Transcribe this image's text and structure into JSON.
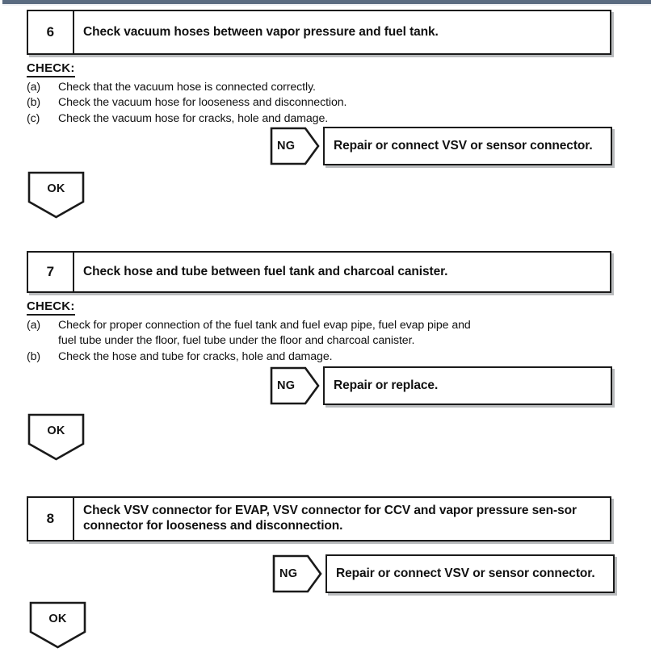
{
  "document": {
    "type": "automotive-diagnostic-flowchart",
    "topic": "EVAP system troubleshooting"
  },
  "check_heading": "CHECK:",
  "ng_label": "NG",
  "ok_label": "OK",
  "steps": [
    {
      "number": "6",
      "title": "Check vacuum hoses between vapor pressure and fuel tank.",
      "check_heading": "CHECK:",
      "check_items": [
        {
          "marker": "(a)",
          "text": "Check that the vacuum hose is connected correctly.",
          "continuation": ""
        },
        {
          "marker": "(b)",
          "text": "Check the vacuum hose for looseness and disconnection.",
          "continuation": ""
        },
        {
          "marker": "(c)",
          "text": "Check the vacuum hose for cracks, hole and damage.",
          "continuation": ""
        }
      ],
      "ng_label": "NG",
      "ng_result": "Repair or connect VSV or sensor connector.",
      "ok_label": "OK"
    },
    {
      "number": "7",
      "title": "Check hose and tube between fuel tank and charcoal canister.",
      "check_heading": "CHECK:",
      "check_items": [
        {
          "marker": "(a)",
          "text": "Check for proper connection of the fuel tank and fuel evap pipe, fuel evap pipe and",
          "continuation": "fuel tube under the floor, fuel tube under the floor and charcoal canister."
        },
        {
          "marker": "(b)",
          "text": "Check the hose and tube for cracks, hole and damage.",
          "continuation": ""
        }
      ],
      "ng_label": "NG",
      "ng_result": "Repair or replace.",
      "ok_label": "OK"
    },
    {
      "number": "8",
      "title": "Check VSV connector for EVAP, VSV connector for CCV and vapor pressure sen-sor connector for looseness and disconnection.",
      "check_heading": "",
      "check_items": [],
      "ng_label": "NG",
      "ng_result": "Repair or connect VSV or sensor connector.",
      "ok_label": "OK"
    }
  ],
  "colors": {
    "ink": "#1a1a1a",
    "paper": "#ffffff",
    "shadow": "#b9bbbd",
    "scan_edge": "#5a6b80"
  }
}
